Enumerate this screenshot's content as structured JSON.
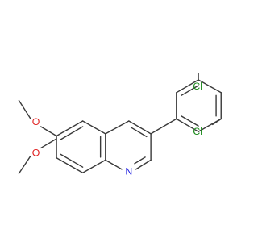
{
  "molecule": {
    "atoms": {
      "chlorine_top": "Cl",
      "chlorine_bottom": "Cl",
      "oxygen_top": "O",
      "oxygen_bottom": "O",
      "nitrogen": "N"
    }
  },
  "colors": {
    "bond": "#3a3a3a",
    "chlorine": "#1a8a1a",
    "oxygen": "#e02020",
    "nitrogen": "#2020e0"
  }
}
